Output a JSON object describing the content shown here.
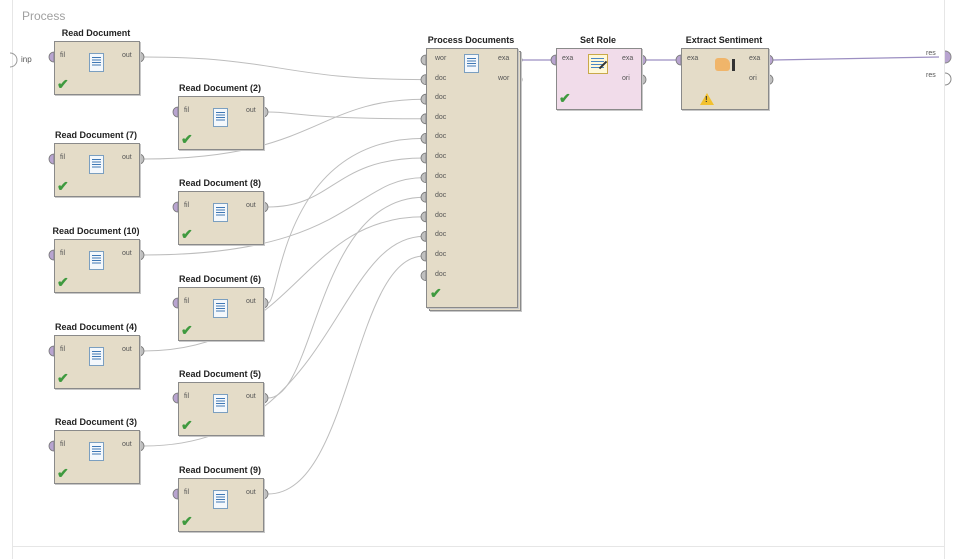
{
  "process": {
    "title": "Process",
    "input_port": "inp",
    "result_ports": [
      "res",
      "res"
    ]
  },
  "read_ops": [
    {
      "label": "Read Document",
      "in": "fil",
      "out": "out"
    },
    {
      "label": "Read Document (2)",
      "in": "fil",
      "out": "out"
    },
    {
      "label": "Read Document (7)",
      "in": "fil",
      "out": "out"
    },
    {
      "label": "Read Document (8)",
      "in": "fil",
      "out": "out"
    },
    {
      "label": "Read Document (10)",
      "in": "fil",
      "out": "out"
    },
    {
      "label": "Read Document (6)",
      "in": "fil",
      "out": "out"
    },
    {
      "label": "Read Document (4)",
      "in": "fil",
      "out": "out"
    },
    {
      "label": "Read Document (5)",
      "in": "fil",
      "out": "out"
    },
    {
      "label": "Read Document (3)",
      "in": "fil",
      "out": "out"
    },
    {
      "label": "Read Document (9)",
      "in": "fil",
      "out": "out"
    }
  ],
  "process_documents": {
    "label": "Process Documents",
    "in_ports": [
      "wor",
      "doc",
      "doc",
      "doc",
      "doc",
      "doc",
      "doc",
      "doc",
      "doc",
      "doc",
      "doc",
      "doc"
    ],
    "out_ports": [
      "exa",
      "wor"
    ]
  },
  "set_role": {
    "label": "Set Role",
    "in_ports": [
      "exa"
    ],
    "out_ports": [
      "exa",
      "ori"
    ]
  },
  "extract_sentiment": {
    "label": "Extract Sentiment",
    "in_ports": [
      "exa"
    ],
    "out_ports": [
      "exa",
      "ori"
    ]
  },
  "colors": {
    "operator": "#e4dcc8",
    "set_role": "#f1dcea",
    "port_doc": "#b8a4d0",
    "port_out": "#c0c0c0",
    "wire": "#bdbdbd",
    "wire_example": "#9c8fc2",
    "check": "#3f9a3f",
    "warn": "#f2c12e"
  },
  "icons": {
    "read_op": "document-icon",
    "process_documents": "document-icon",
    "set_role": "set-role-icon",
    "extract_sentiment": "hand-icon",
    "status_ok": "check-icon",
    "status_warn": "warning-icon"
  }
}
